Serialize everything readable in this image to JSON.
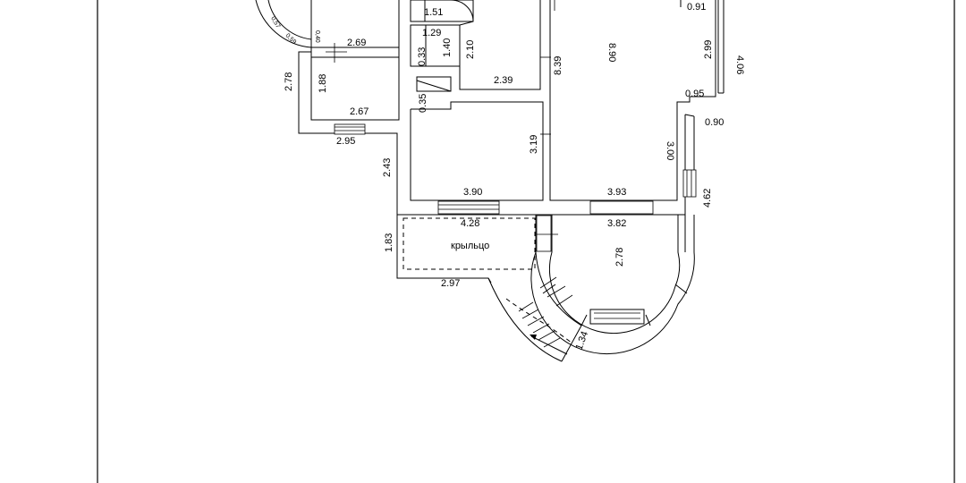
{
  "plan": {
    "room_label": "крыльцо",
    "dimensions": {
      "d_0_91": "0.91",
      "d_1_51": "1.51",
      "d_4_06": "4.06",
      "d_8_90": "8.90",
      "d_0_40": "0,40",
      "d_0_57": "0,57",
      "d_0_59": "0,59",
      "d_2_69": "2.69",
      "d_1_29": "1.29",
      "d_2_10": "2.10",
      "d_1_40": "1.40",
      "d_2_99": "2.99",
      "d_0_33": "0.33",
      "d_8_39": "8.39",
      "d_2_78_left": "2.78",
      "d_1_88": "1.88",
      "d_2_39": "2.39",
      "d_0_95": "0.95",
      "d_0_35": "0.35",
      "d_2_67": "2.67",
      "d_0_90": "0.90",
      "d_3_19": "3.19",
      "d_2_95": "2.95",
      "d_2_43": "2.43",
      "d_3_00": "3.00",
      "d_3_90": "3.90",
      "d_3_93": "3.93",
      "d_4_62": "4.62",
      "d_4_28": "4.28",
      "d_3_82": "3.82",
      "d_1_83": "1.83",
      "d_2_78_bay": "2.78",
      "d_2_97": "2.97",
      "d_1_34": "1.34"
    }
  }
}
